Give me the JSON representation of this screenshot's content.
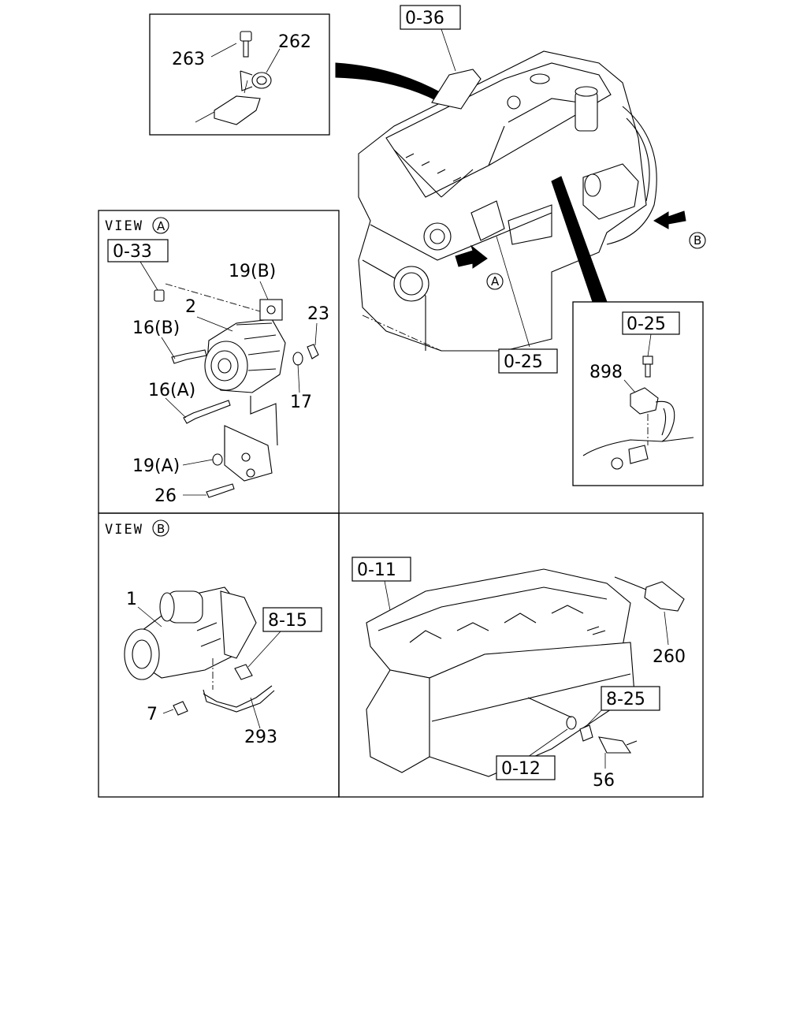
{
  "views": {
    "a_title": "VIEW",
    "a_letter": "A",
    "b_title": "VIEW",
    "b_letter": "B"
  },
  "markers": {
    "a": "A",
    "b": "B"
  },
  "refs": {
    "r036": "0-36",
    "r033": "0-33",
    "r025_right": "0-25",
    "r025_main": "0-25",
    "r011": "0-11",
    "r012": "0-12",
    "r815": "8-15",
    "r825": "8-25"
  },
  "parts": {
    "p263": "263",
    "p262": "262",
    "p19b": "19(B)",
    "p2": "2",
    "p23": "23",
    "p16b": "16(B)",
    "p16a": "16(A)",
    "p17": "17",
    "p19a": "19(A)",
    "p26": "26",
    "p898": "898",
    "p1": "1",
    "p7": "7",
    "p293": "293",
    "p260": "260",
    "p56": "56"
  }
}
